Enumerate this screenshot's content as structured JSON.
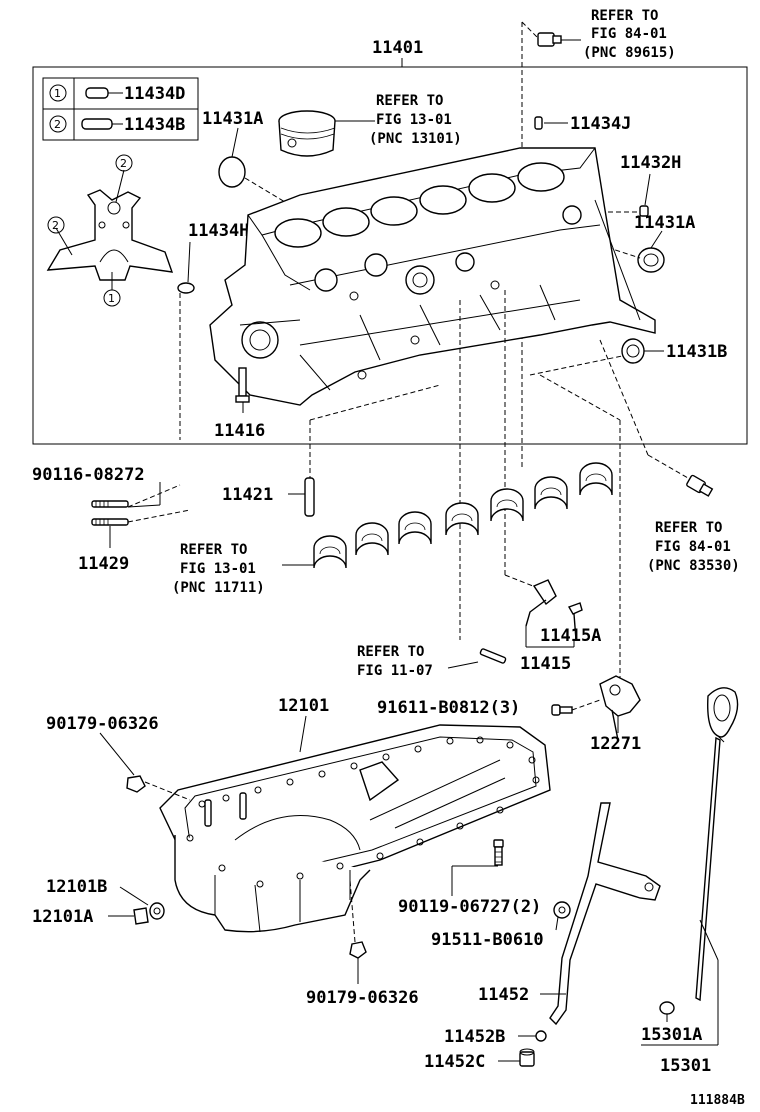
{
  "labels": {
    "l11401": "11401",
    "l11434d": "11434D",
    "l11434b": "11434B",
    "l11431a_top": "11431A",
    "l11434j": "11434J",
    "l11432h": "11432H",
    "l11431a_right": "11431A",
    "l11434h": "11434H",
    "l11431b": "11431B",
    "l11416": "11416",
    "l90116": "90116-08272",
    "l11421": "11421",
    "l11429": "11429",
    "l11415a": "11415A",
    "l11415": "11415",
    "l91611": "91611-B0812(3)",
    "l12271": "12271",
    "l12101": "12101",
    "l90179_top": "90179-06326",
    "l12101b": "12101B",
    "l12101a": "12101A",
    "l90119": "90119-06727(2)",
    "l91511": "91511-B0610",
    "l90179_bot": "90179-06326",
    "l11452": "11452",
    "l11452b": "11452B",
    "l11452c": "11452C",
    "l15301a": "15301A",
    "l15301": "15301",
    "fig_id": "111884B"
  },
  "legend": {
    "row1_num": "1",
    "row2_num": "2"
  },
  "markers": {
    "m1": "1",
    "m2": "2"
  },
  "refs": {
    "r89615": [
      "REFER TO",
      "FIG 84-01",
      "(PNC 89615)"
    ],
    "r13101": [
      "REFER TO",
      "FIG 13-01",
      "(PNC 13101)"
    ],
    "r83530": [
      "REFER TO",
      "FIG 84-01",
      "(PNC 83530)"
    ],
    "r11711": [
      "REFER TO",
      "FIG 13-01",
      "(PNC 11711)"
    ],
    "r1107": [
      "REFER TO",
      "FIG 11-07"
    ]
  }
}
